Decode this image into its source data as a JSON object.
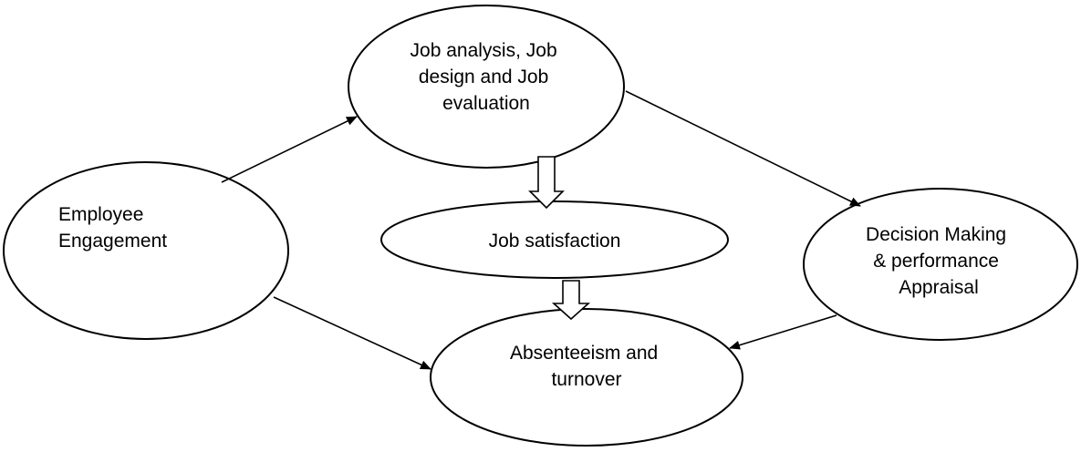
{
  "nodes": {
    "job_analysis": {
      "lines": [
        "Job analysis, Job",
        "design and Job",
        "evaluation"
      ]
    },
    "employee_engagement": {
      "lines": [
        "Employee",
        "Engagement"
      ]
    },
    "job_satisfaction": {
      "lines": [
        "Job satisfaction"
      ]
    },
    "decision_making": {
      "lines": [
        "Decision Making",
        "& performance",
        "Appraisal"
      ]
    },
    "absenteeism": {
      "lines": [
        "Absenteeism and",
        "turnover"
      ]
    }
  }
}
